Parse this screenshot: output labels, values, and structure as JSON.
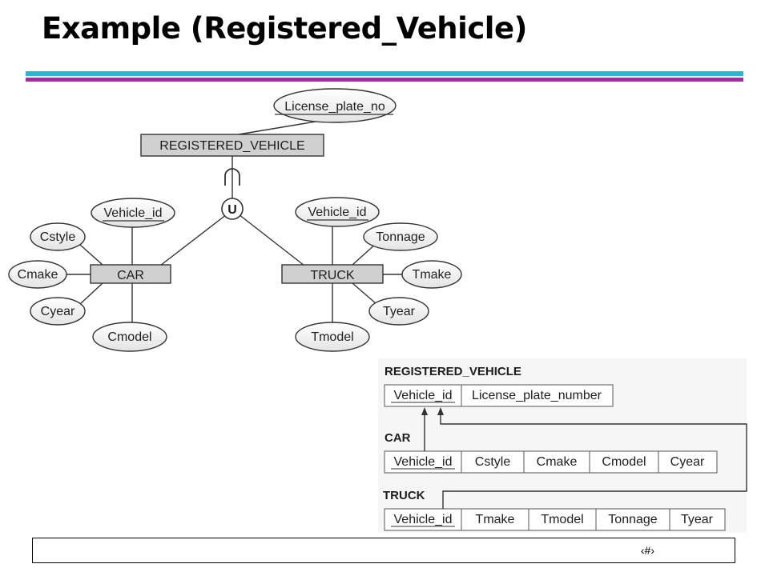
{
  "slide": {
    "title": "Example (Registered_Vehicle)",
    "page_number": "‹#›"
  },
  "er_diagram": {
    "entities": {
      "registered_vehicle": "REGISTERED_VEHICLE",
      "car": "CAR",
      "truck": "TRUCK"
    },
    "attributes": {
      "license_plate_no": "License_plate_no",
      "car_vehicle_id": "Vehicle_id",
      "cstyle": "Cstyle",
      "cmake": "Cmake",
      "cyear": "Cyear",
      "cmodel": "Cmodel",
      "truck_vehicle_id": "Vehicle_id",
      "tonnage": "Tonnage",
      "tmake": "Tmake",
      "tyear": "Tyear",
      "tmodel": "Tmodel"
    },
    "union_symbol": "U"
  },
  "relational_schema": {
    "tables": [
      {
        "name": "REGISTERED_VEHICLE",
        "columns": [
          "Vehicle_id",
          "License_plate_number"
        ]
      },
      {
        "name": "CAR",
        "columns": [
          "Vehicle_id",
          "Cstyle",
          "Cmake",
          "Cmodel",
          "Cyear"
        ]
      },
      {
        "name": "TRUCK",
        "columns": [
          "Vehicle_id",
          "Tmake",
          "Tmodel",
          "Tonnage",
          "Tyear"
        ]
      }
    ]
  }
}
